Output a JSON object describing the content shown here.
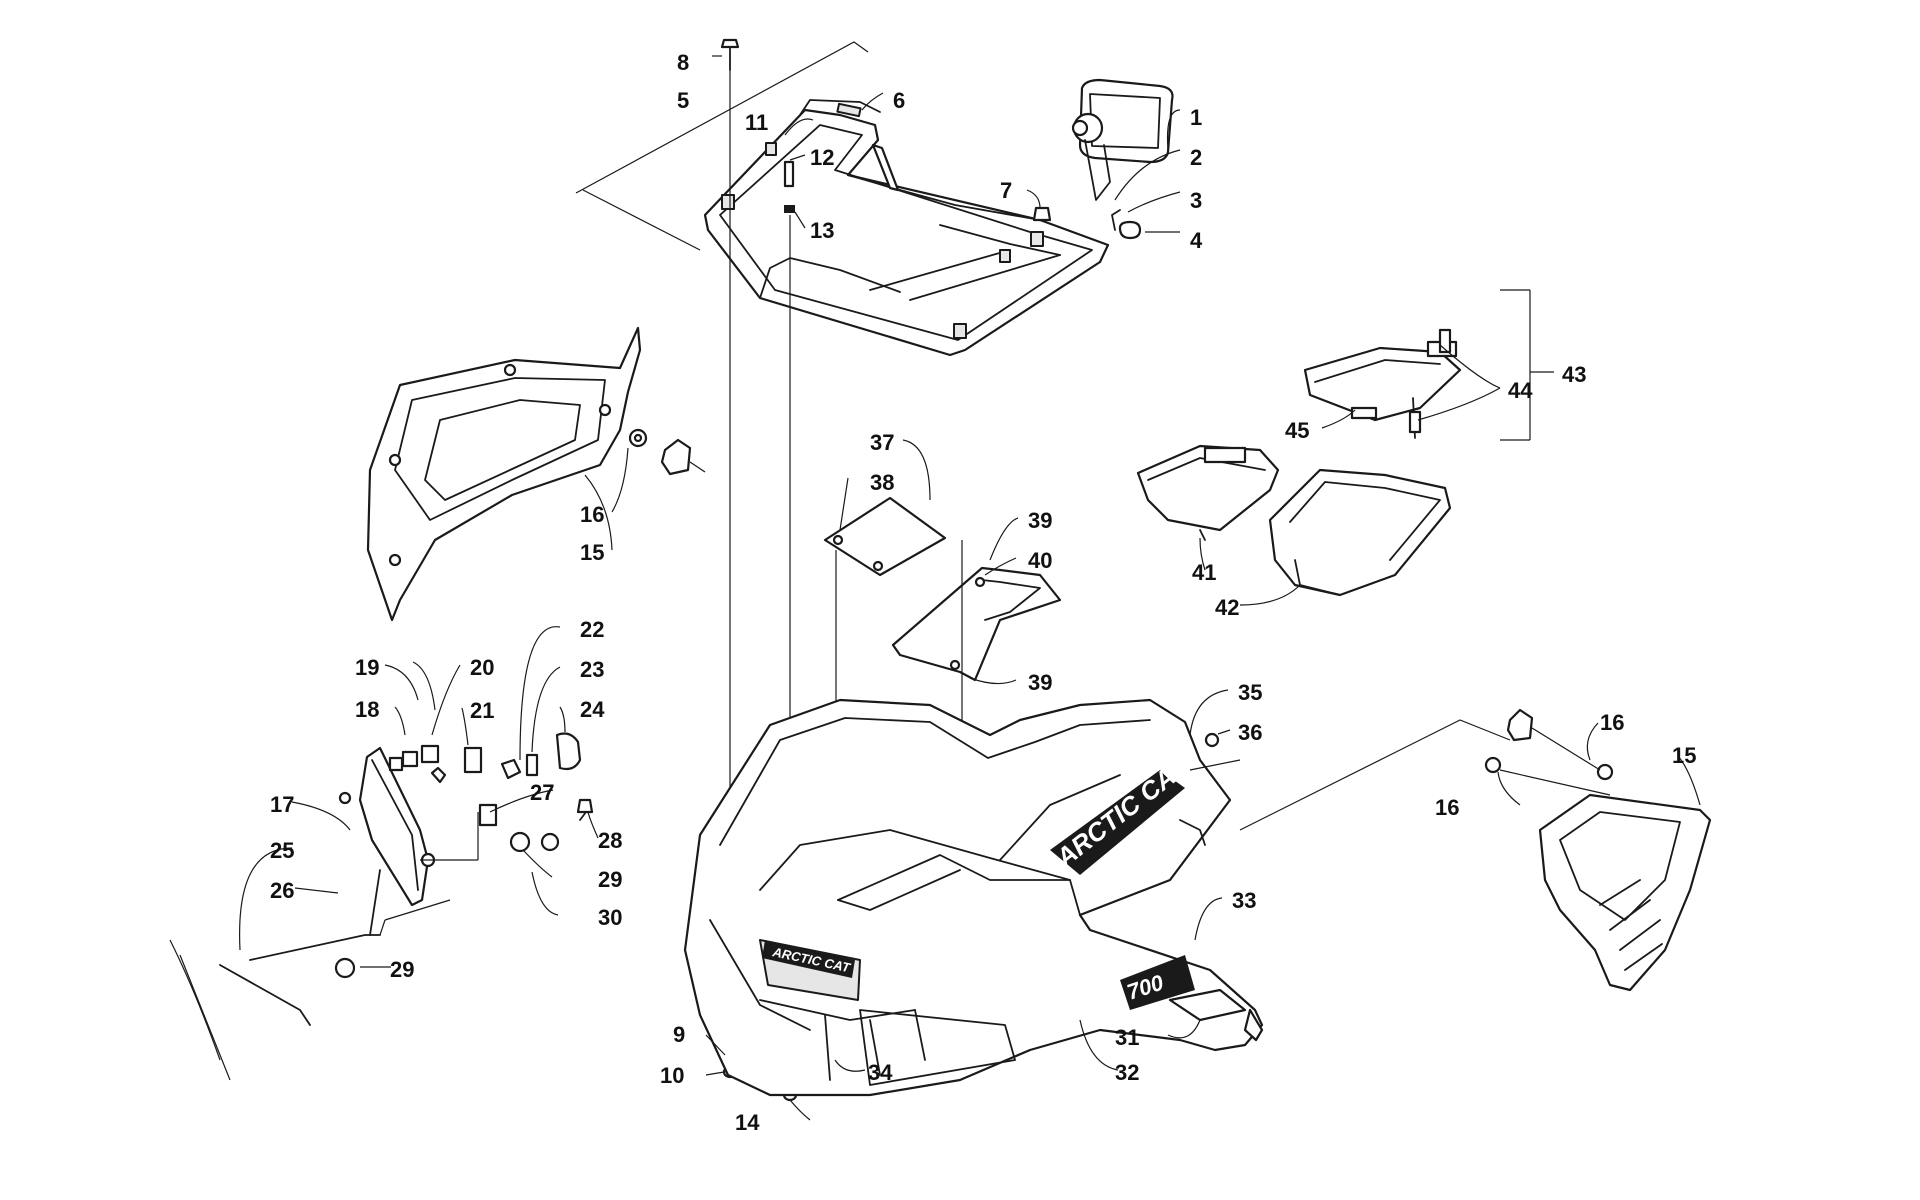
{
  "callouts": [
    {
      "n": "1"
    },
    {
      "n": "2"
    },
    {
      "n": "3"
    },
    {
      "n": "4"
    },
    {
      "n": "5"
    },
    {
      "n": "6"
    },
    {
      "n": "7"
    },
    {
      "n": "8"
    },
    {
      "n": "9"
    },
    {
      "n": "10"
    },
    {
      "n": "11"
    },
    {
      "n": "12"
    },
    {
      "n": "13"
    },
    {
      "n": "14"
    },
    {
      "n": "15"
    },
    {
      "n": "16"
    },
    {
      "n": "15"
    },
    {
      "n": "16"
    },
    {
      "n": "16"
    },
    {
      "n": "17"
    },
    {
      "n": "18"
    },
    {
      "n": "19"
    },
    {
      "n": "20"
    },
    {
      "n": "21"
    },
    {
      "n": "22"
    },
    {
      "n": "23"
    },
    {
      "n": "24"
    },
    {
      "n": "25"
    },
    {
      "n": "26"
    },
    {
      "n": "27"
    },
    {
      "n": "28"
    },
    {
      "n": "29"
    },
    {
      "n": "29"
    },
    {
      "n": "30"
    },
    {
      "n": "31"
    },
    {
      "n": "32"
    },
    {
      "n": "33"
    },
    {
      "n": "34"
    },
    {
      "n": "35"
    },
    {
      "n": "36"
    },
    {
      "n": "37"
    },
    {
      "n": "38"
    },
    {
      "n": "39"
    },
    {
      "n": "39"
    },
    {
      "n": "40"
    },
    {
      "n": "41"
    },
    {
      "n": "42"
    },
    {
      "n": "43"
    },
    {
      "n": "44"
    },
    {
      "n": "45"
    }
  ]
}
